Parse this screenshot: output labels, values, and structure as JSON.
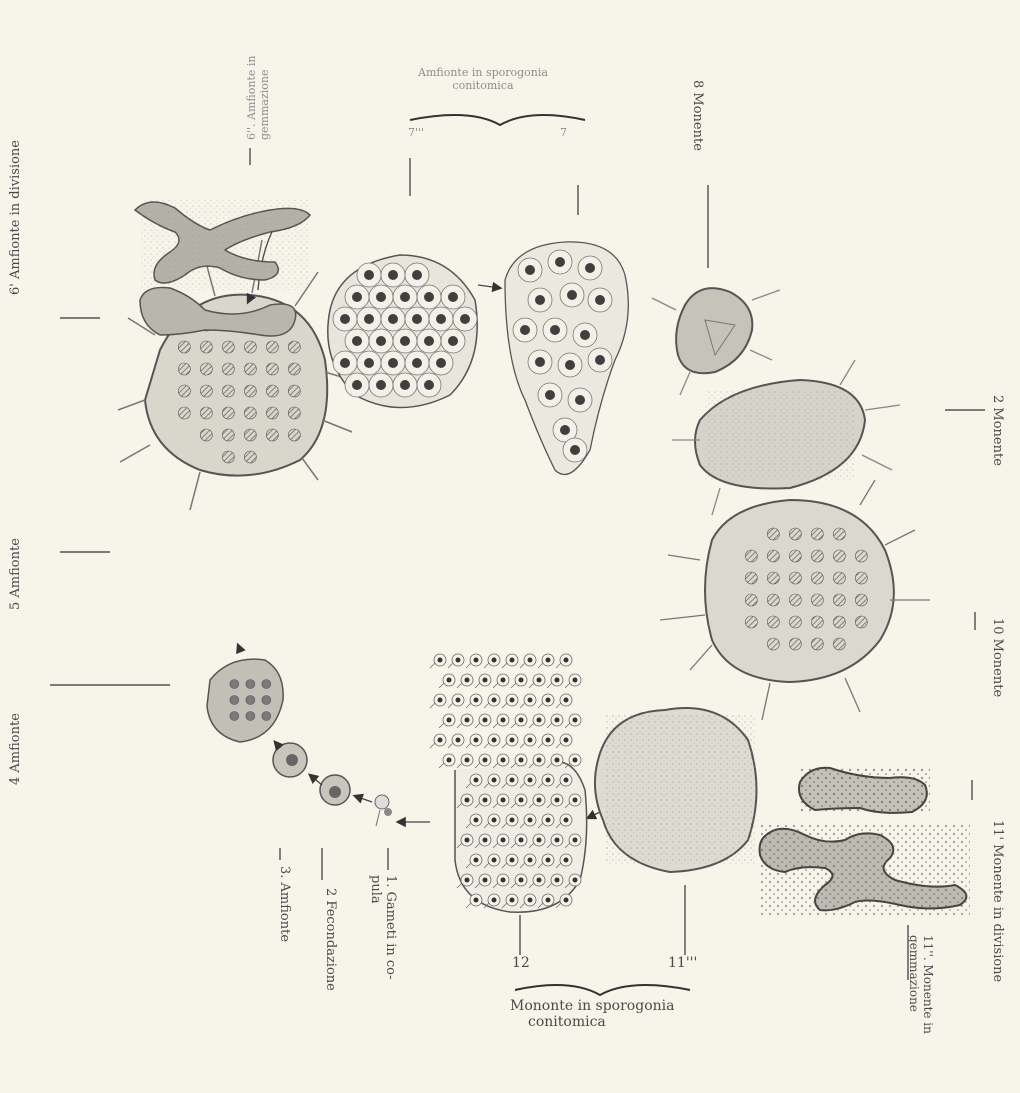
{
  "labels": {
    "l2": "2 Monente",
    "l10": "10 Monente",
    "l11p": "11' Monente in divisione",
    "l11pp": "11''. Monente in",
    "l11pp_b": "gemmazione",
    "l11ppp": "11'''",
    "l12": "12",
    "mon_sporo_1": "Mononte in sporogonia",
    "mon_sporo_2": "conitomica",
    "l1": "1. Gameti in co-",
    "l1_b": "pula",
    "l2f": "2 Fecondazione",
    "l3": "3. Amfionte",
    "l4": "4 Amfionte",
    "l5": "5 Amfionte",
    "l6p": "6' Amfionte in divisione",
    "l6pp": "6''. Amfionte in",
    "l6pp_b": "gemmazione",
    "l7": "7",
    "l7ppp": "7'''",
    "amf_sporo_1": "Amfionte in sporogonia",
    "amf_sporo_2": "conitomica",
    "l8": "8 Monente"
  },
  "colors": {
    "paper": "#f7f4ea",
    "ink": "#3a3a3a",
    "cell_fill": "#e3e1d6",
    "cell_dark": "#bdbbb1",
    "nucleus": "#4b4b4b"
  }
}
